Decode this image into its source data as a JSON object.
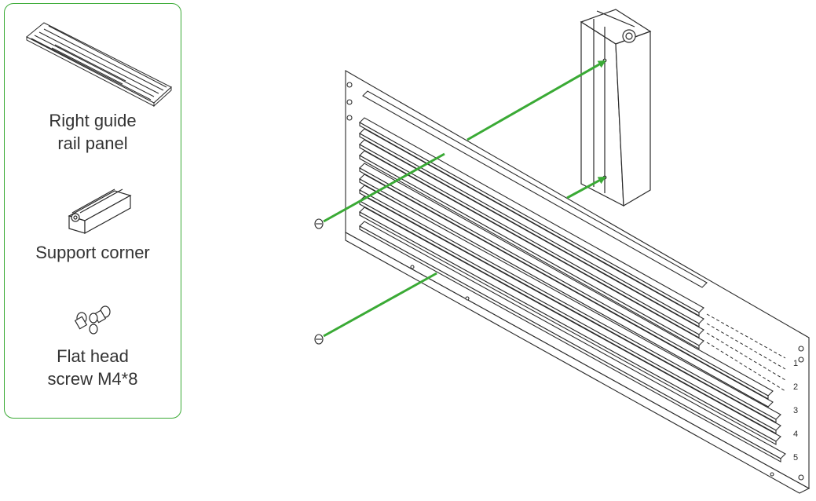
{
  "colors": {
    "accent": "#3aaa35",
    "stroke": "#2b2b2b",
    "text": "#333333"
  },
  "parts": [
    {
      "id": "right-guide-rail-panel",
      "label": "Right guide\nrail panel",
      "icon": "guide-rail-panel-icon"
    },
    {
      "id": "support-corner",
      "label": "Support corner",
      "icon": "support-corner-icon"
    },
    {
      "id": "flat-head-screw",
      "label": "Flat head\nscrew M4*8",
      "icon": "flat-head-screw-icon"
    }
  ],
  "slot_numbers": [
    "1",
    "2",
    "3",
    "4",
    "5"
  ]
}
